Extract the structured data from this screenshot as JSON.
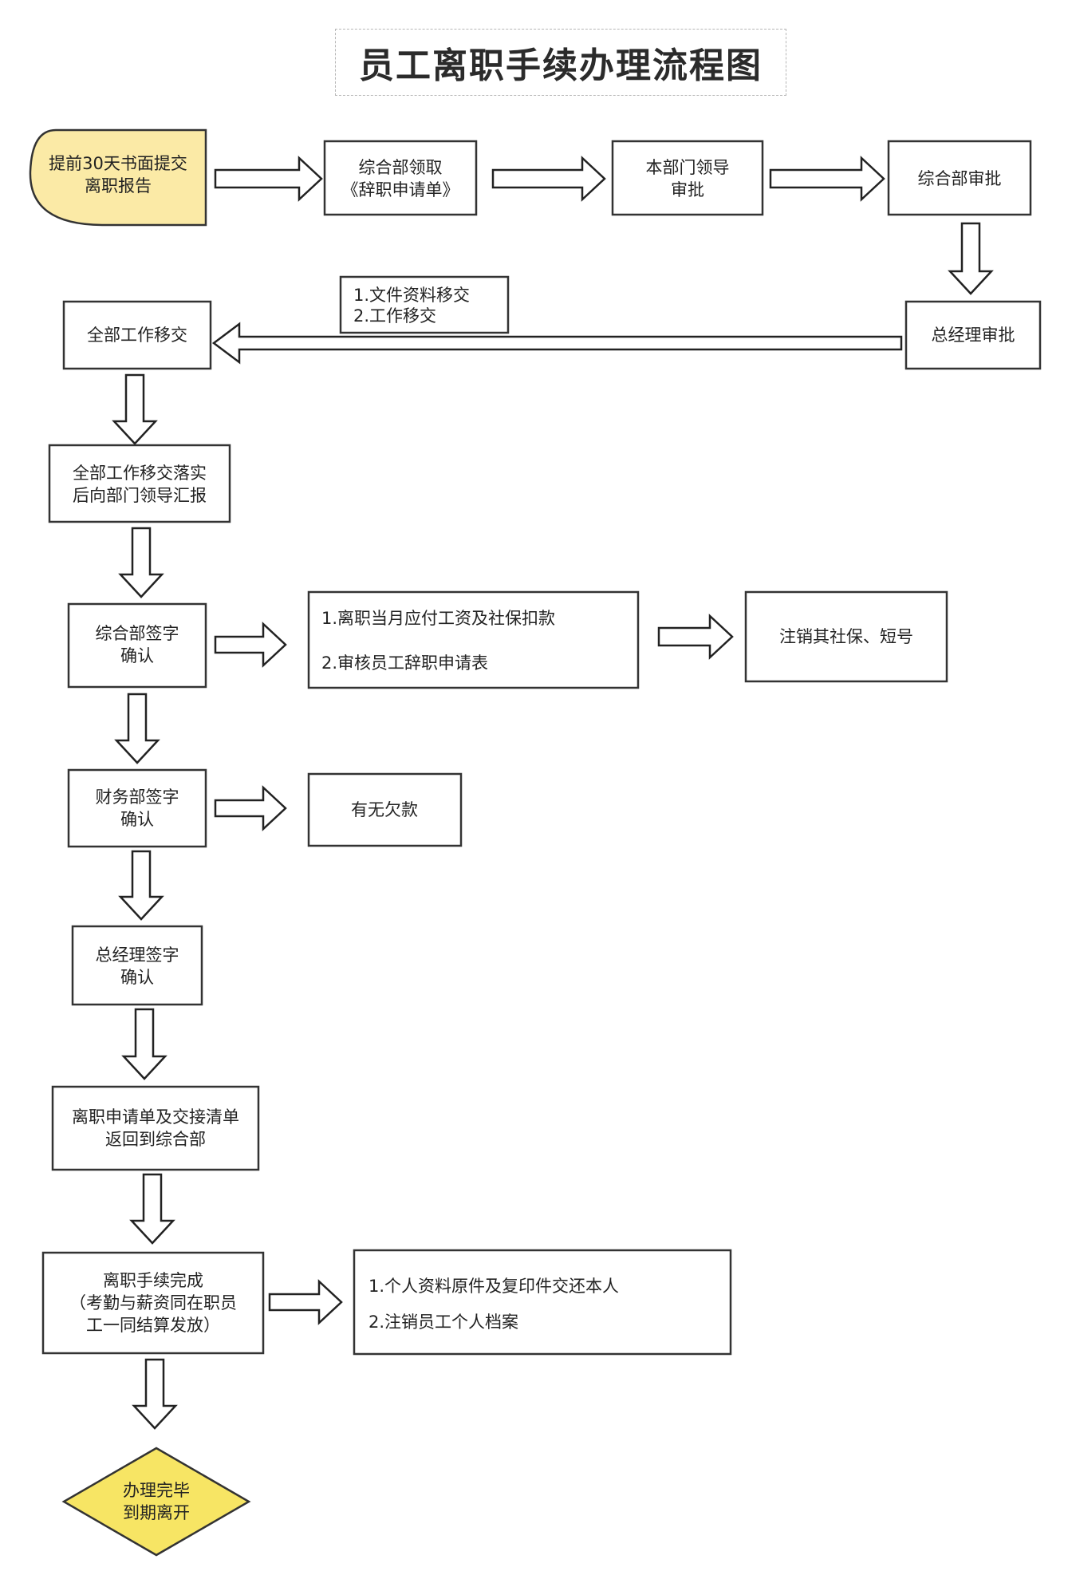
{
  "title": "员工离职手续办理流程图",
  "colors": {
    "start_fill": "#fbeaa6",
    "end_fill": "#f7e564",
    "border": "#333333"
  },
  "nodes": {
    "start": [
      "提前30天书面提交",
      "离职报告"
    ],
    "receive_form": [
      "综合部领取",
      "《辞职申请单》"
    ],
    "dept_approve": [
      "本部门领导",
      "审批"
    ],
    "admin_approve": [
      "综合部审批"
    ],
    "gm_approve": [
      "总经理审批"
    ],
    "handover_items": [
      "1.文件资料移交",
      "2.工作移交"
    ],
    "handover": [
      "全部工作移交"
    ],
    "handover_report": [
      "全部工作移交落实",
      "后向部门领导汇报"
    ],
    "admin_sign": [
      "综合部签字",
      "确认"
    ],
    "salary_review": [
      "1.离职当月应付工资及社保扣款",
      "2.审核员工辞职申请表"
    ],
    "cancel_insurance": [
      "注销其社保、短号"
    ],
    "finance_sign": [
      "财务部签字",
      "确认"
    ],
    "debt_check": [
      "有无欠款"
    ],
    "gm_sign": [
      "总经理签字",
      "确认"
    ],
    "return_forms": [
      "离职申请单及交接清单",
      "返回到综合部"
    ],
    "complete": [
      "离职手续完成",
      "（考勤与薪资同在职员",
      "工一同结算发放）"
    ],
    "personal_docs": [
      "1.个人资料原件及复印件交还本人",
      "2.注销员工个人档案"
    ],
    "end": [
      "办理完毕",
      "到期离开"
    ]
  }
}
